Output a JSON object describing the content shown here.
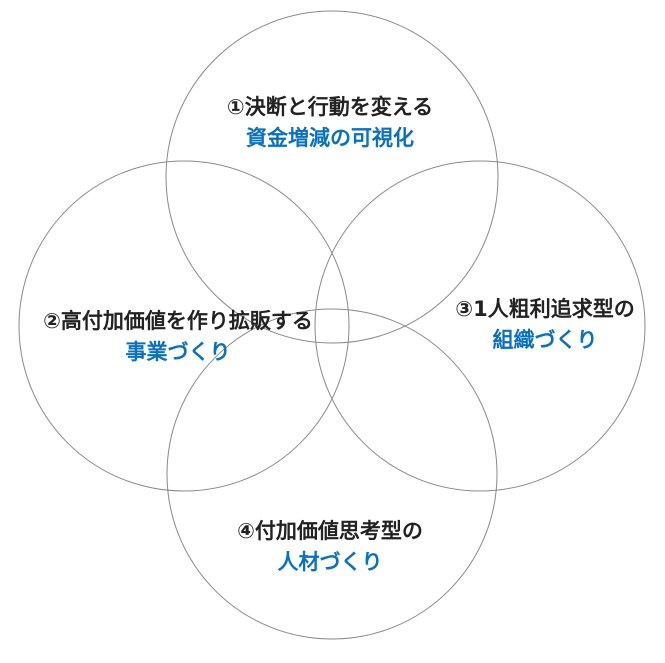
{
  "accent_color": "#0a70c0",
  "circles": [
    {
      "title": "①決断と行動を変える",
      "subtitle": "資金増減の可視化"
    },
    {
      "title": "②高付加価値を作り拡販する",
      "subtitle": "事業づくり"
    },
    {
      "title": "③1人粗利追求型の",
      "subtitle": "組織づくり"
    },
    {
      "title": "④付加価値思考型の",
      "subtitle": "人材づくり"
    }
  ]
}
